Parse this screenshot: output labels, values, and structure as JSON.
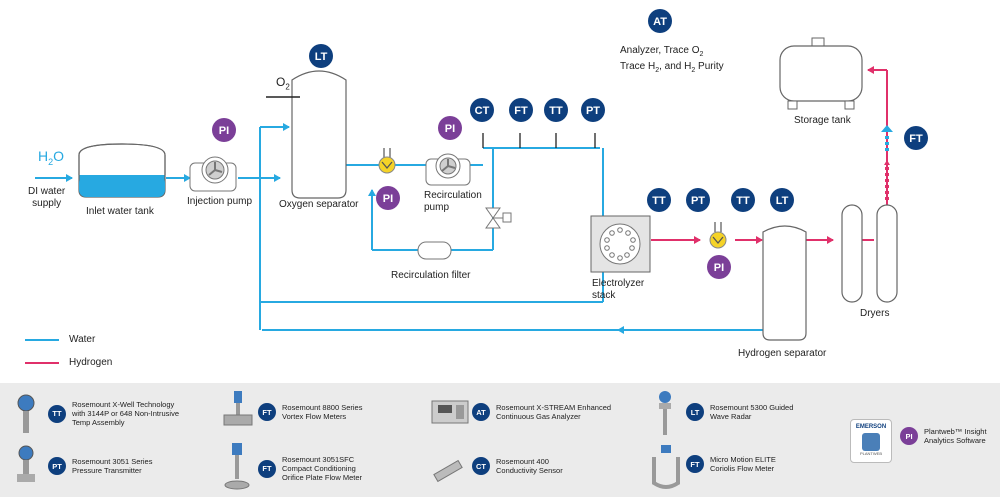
{
  "colors": {
    "water": "#27a9e1",
    "hydrogen": "#e0306a",
    "badge_blue": "#0e3f7e",
    "badge_purple": "#7b3f98",
    "valve_yellow": "#f5d327"
  },
  "badges": {
    "lt_top": "LT",
    "at_top": "AT",
    "pi_injection": "PI",
    "pi_recirc": "PI",
    "pi_recirc_pump": "PI",
    "ct_top": "CT",
    "ft_top": "FT",
    "tt_top": "TT",
    "pt_top": "PT",
    "tt_h2_1": "TT",
    "pt_h2": "PT",
    "tt_h2_2": "TT",
    "lt_h2": "LT",
    "pi_h2": "PI",
    "ft_storage": "FT"
  },
  "labels": {
    "h2o": "H",
    "h2o_sub": "2",
    "h2o_end": "O",
    "di_water": "DI water\nsupply",
    "inlet_tank": "Inlet water tank",
    "injection_pump": "Injection pump",
    "o2": "O",
    "o2_sub": "2",
    "oxygen_separator": "Oxygen  separator",
    "recirc_pump": "Recirculation\npump",
    "recirc_filter": "Recirculation filter",
    "electrolyzer": "Electrolyzer\nstack",
    "hydrogen_separator": "Hydrogen separator",
    "dryers": "Dryers",
    "storage_tank": "Storage tank",
    "analyzer_l1a": "Analyzer, Trace O",
    "analyzer_l1sub": "2",
    "analyzer_l2a": "Trace H",
    "analyzer_l2sub1": "2",
    "analyzer_l2b": ", and H",
    "analyzer_l2sub2": "2",
    "analyzer_l2c": " Purity"
  },
  "legend": [
    {
      "label": "Water",
      "color": "#27a9e1"
    },
    {
      "label": "Hydrogen",
      "color": "#e0306a"
    }
  ],
  "products": [
    {
      "badge": "TT",
      "text": "Rosemount X-Well Technology\nwith 3144P or 648 Non-Intrusive\nTemp Assembly",
      "icon": "transmitter-icon"
    },
    {
      "badge": "FT",
      "text": "Rosemount 8800 Series\nVortex Flow Meters",
      "icon": "vortex-meter-icon"
    },
    {
      "badge": "AT",
      "text": "Rosemount X-STREAM Enhanced\nContinuous Gas Analyzer",
      "icon": "gas-analyzer-icon"
    },
    {
      "badge": "LT",
      "text": "Rosemount 5300 Guided\nWave Radar",
      "icon": "radar-icon"
    },
    {
      "badge": "PT",
      "text": "Rosemount 3051 Series\nPressure Transmitter",
      "icon": "pressure-transmitter-icon"
    },
    {
      "badge": "FT",
      "text": "Rosemount 3051SFC\nCompact Conditioning\nOrifice Plate Flow Meter",
      "icon": "orifice-meter-icon"
    },
    {
      "badge": "CT",
      "text": "Rosemount 400\nConductivity Sensor",
      "icon": "conductivity-sensor-icon"
    },
    {
      "badge": "FT",
      "text": "Micro Motion ELITE\nCoriolis Flow Meter",
      "icon": "coriolis-meter-icon"
    },
    {
      "badge": "PI",
      "text": "Plantweb™ Insight\nAnalytics Software",
      "icon": "emerson-logo-icon"
    }
  ],
  "logo": {
    "brand": "EMERSON",
    "sub": "PLANTWEB"
  }
}
